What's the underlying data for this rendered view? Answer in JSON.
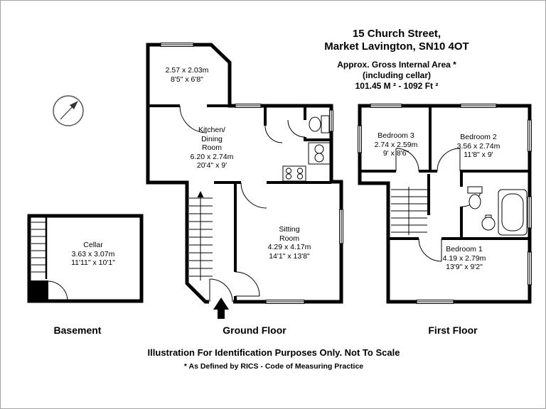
{
  "header": {
    "address_line1": "15 Church Street,",
    "address_line2": "Market Lavington, SN10 4OT",
    "area_line1": "Approx. Gross Internal Area *",
    "area_line2": "(including cellar)",
    "area_line3": "101.45 M ² - 1092 Ft ²"
  },
  "floors": {
    "basement": {
      "label": "Basement",
      "cellar": {
        "name": "Cellar",
        "dims_m": "3.63 x 3.07m",
        "dims_ft": "11'11\" x 10'1\""
      }
    },
    "ground": {
      "label": "Ground Floor",
      "porch": {
        "dims_m": "2.57 x 2.03m",
        "dims_ft": "8'5\" x 6'8\""
      },
      "kitchen": {
        "name_line1": "Kitchen/",
        "name_line2": "Dining",
        "name_line3": "Room",
        "dims_m": "6.20 x 2.74m",
        "dims_ft": "20'4\" x 9'"
      },
      "sitting": {
        "name_line1": "Sitting",
        "name_line2": "Room",
        "dims_m": "4.29 x 4.17m",
        "dims_ft": "14'1\" x 13'8\""
      }
    },
    "first": {
      "label": "First Floor",
      "bedroom3": {
        "name": "Bedroom 3",
        "dims_m": "2.74 x 2.59m",
        "dims_ft": "9' x 8'6\""
      },
      "bedroom2": {
        "name": "Bedroom 2",
        "dims_m": "3.56 x 2.74m",
        "dims_ft": "11'8\" x 9'"
      },
      "bedroom1": {
        "name": "Bedroom 1",
        "dims_m": "4.19 x 2.79m",
        "dims_ft": "13'9\" x 9'2\""
      }
    }
  },
  "footer": {
    "line1": "Illustration For Identification Purposes Only. Not To Scale",
    "line2": "* As Defined by RICS - Code of Measuring Practice"
  },
  "icons": {
    "compass": "compass-rose",
    "entry_arrow": "entrance-up-arrow"
  },
  "colors": {
    "walls": "#000000",
    "background": "#ffffff",
    "page_border": "#a3a3a3"
  }
}
